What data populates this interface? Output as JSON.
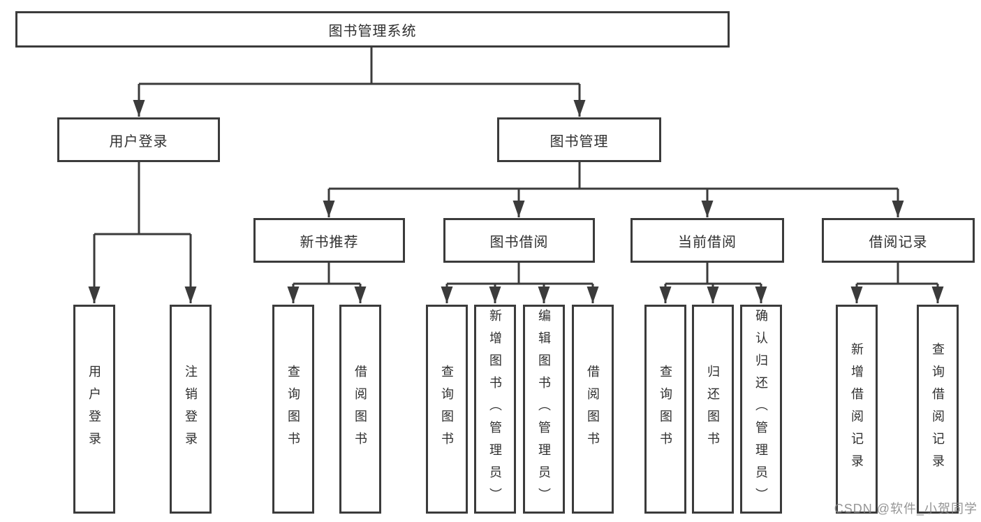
{
  "tree": {
    "label": "图书管理系统",
    "children": [
      {
        "label": "用户登录",
        "children": [
          {
            "label": "用户登录"
          },
          {
            "label": "注销登录"
          }
        ]
      },
      {
        "label": "图书管理",
        "children": [
          {
            "label": "新书推荐",
            "children": [
              {
                "label": "查询图书"
              },
              {
                "label": "借阅图书"
              }
            ]
          },
          {
            "label": "图书借阅",
            "children": [
              {
                "label": "查询图书"
              },
              {
                "label": "新增图书（管理员）"
              },
              {
                "label": "编辑图书（管理员）"
              },
              {
                "label": "借阅图书"
              }
            ]
          },
          {
            "label": "当前借阅",
            "children": [
              {
                "label": "查询图书"
              },
              {
                "label": "归还图书"
              },
              {
                "label": "确认归还（管理员）"
              }
            ]
          },
          {
            "label": "借阅记录",
            "children": [
              {
                "label": "新增借阅记录"
              },
              {
                "label": "查询借阅记录"
              }
            ]
          }
        ]
      }
    ]
  },
  "watermark": {
    "text": "CSDN @软件_小贺同学",
    "color": "#828282"
  },
  "colors": {
    "line": "#3b3b3b",
    "box_border": "#3b3b3b",
    "text": "#2f2f2f",
    "background": "#ffffff"
  }
}
